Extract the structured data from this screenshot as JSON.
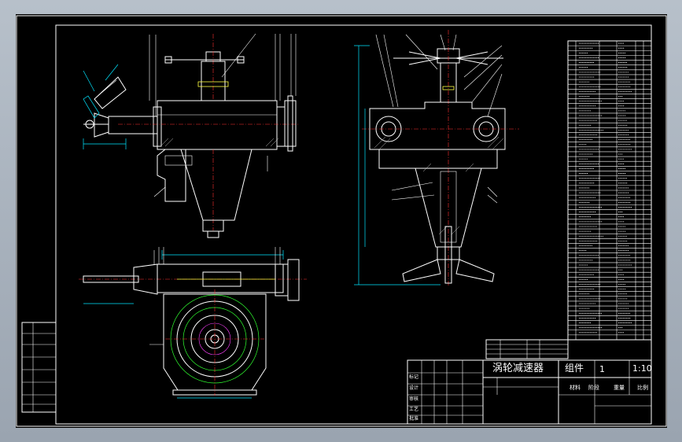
{
  "title_block": {
    "drawing_name": "涡轮减速器",
    "assembly_label": "组件",
    "quantity": "1",
    "scale": "1:10",
    "row_labels": [
      "标记",
      "设计",
      "审核",
      "工艺",
      "批准"
    ],
    "stage_label": "阶段",
    "weight_label": "重量",
    "scale_label": "比例",
    "material_label": "材料"
  },
  "colors": {
    "paper": "#000000",
    "lines": "#ffffff",
    "dimensions": "#00e5ff",
    "centerlines": "#ff3030",
    "threads": "#ffff40",
    "gear_circles": "#30ff30"
  }
}
